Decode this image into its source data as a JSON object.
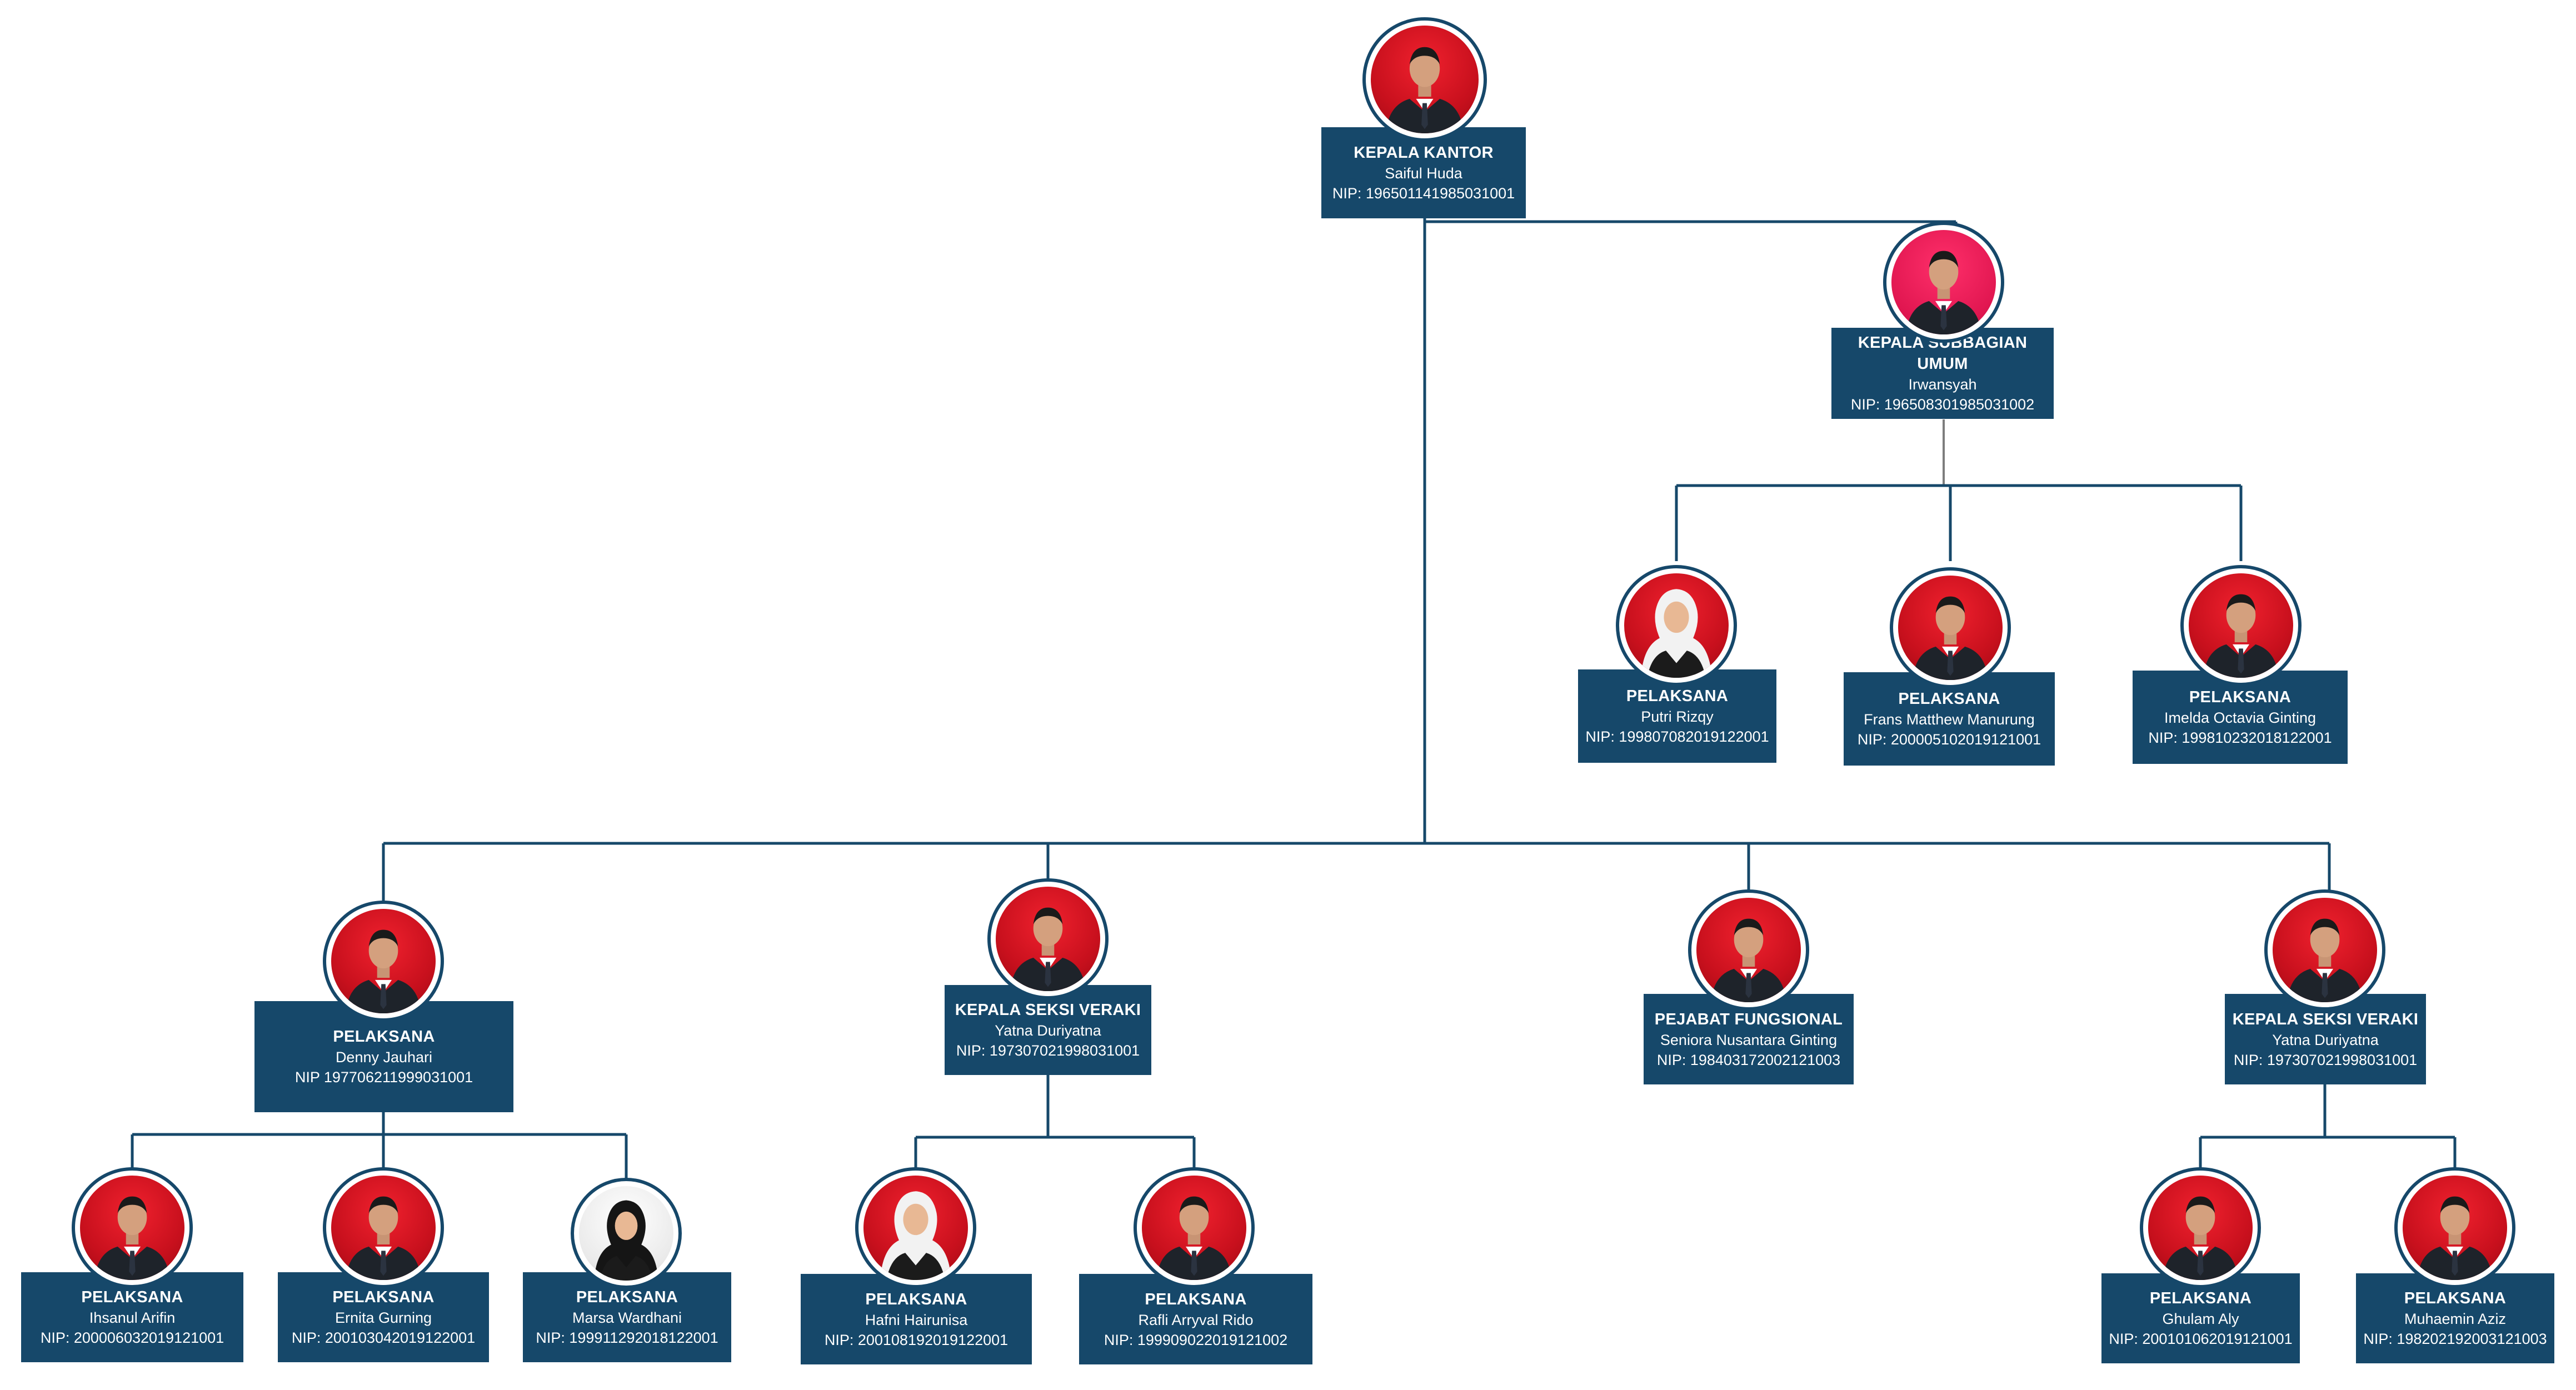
{
  "colors": {
    "box": "#16486a",
    "line": "#16486a",
    "photo_bg": "#e0121f"
  },
  "nodes": [
    {
      "id": "kepala-kantor",
      "role": "KEPALA KANTOR",
      "name": "Saiful Huda",
      "nip": "NIP: 196501141985031001",
      "photo": "red"
    },
    {
      "id": "kasubag-umum",
      "role": "KEPALA SUBBAGIAN UMUM",
      "name": "Irwansyah",
      "nip": "NIP:  196508301985031002",
      "photo": "pink"
    },
    {
      "id": "umum-1",
      "role": "PELAKSANA",
      "name": "Putri Rizqy",
      "nip": "NIP: 199807082019122001",
      "photo": "red",
      "hijab": true
    },
    {
      "id": "umum-2",
      "role": "PELAKSANA",
      "name": "Frans Matthew Manurung",
      "nip": "NIP: 200005102019121001",
      "photo": "red"
    },
    {
      "id": "umum-3",
      "role": "PELAKSANA",
      "name": "Imelda Octavia Ginting",
      "nip": "NIP: 199810232018122001",
      "photo": "red"
    },
    {
      "id": "pelaksana-denny",
      "role": "PELAKSANA",
      "name": "Denny Jauhari",
      "nip": "NIP 197706211999031001",
      "photo": "red"
    },
    {
      "id": "seksi-veraki-1",
      "role": "KEPALA SEKSI VERAKI",
      "name": "Yatna  Duriyatna",
      "nip": "NIP: 197307021998031001",
      "photo": "red"
    },
    {
      "id": "pejabat-fungsional",
      "role": "PEJABAT FUNGSIONAL",
      "name": "Seniora Nusantara Ginting",
      "nip": "NIP: 198403172002121003",
      "photo": "red"
    },
    {
      "id": "seksi-veraki-2",
      "role": "KEPALA SEKSI VERAKI",
      "name": "Yatna  Duriyatna",
      "nip": "NIP: 197307021998031001",
      "photo": "red"
    },
    {
      "id": "denny-1",
      "role": "PELAKSANA",
      "name": "Ihsanul Arifin",
      "nip": "NIP: 200006032019121001",
      "photo": "red"
    },
    {
      "id": "denny-2",
      "role": "PELAKSANA",
      "name": "Ernita Gurning",
      "nip": "NIP: 200103042019122001",
      "photo": "red"
    },
    {
      "id": "denny-3",
      "role": "PELAKSANA",
      "name": "Marsa Wardhani",
      "nip": "NIP: 199911292018122001",
      "photo": "grey",
      "hijab": true,
      "hijab_dark": true
    },
    {
      "id": "veraki1-1",
      "role": "PELAKSANA",
      "name": "Hafni Hairunisa",
      "nip": "NIP: 200108192019122001",
      "photo": "red",
      "hijab": true
    },
    {
      "id": "veraki1-2",
      "role": "PELAKSANA",
      "name": "Rafli Arryval Rido",
      "nip": "NIP: 199909022019121002",
      "photo": "red"
    },
    {
      "id": "veraki2-1",
      "role": "PELAKSANA",
      "name": "Ghulam Aly",
      "nip": "NIP: 200101062019121001",
      "photo": "red"
    },
    {
      "id": "veraki2-2",
      "role": "PELAKSANA",
      "name": "Muhaemin Aziz",
      "nip": "NIP: 198202192003121003",
      "photo": "red"
    }
  ]
}
